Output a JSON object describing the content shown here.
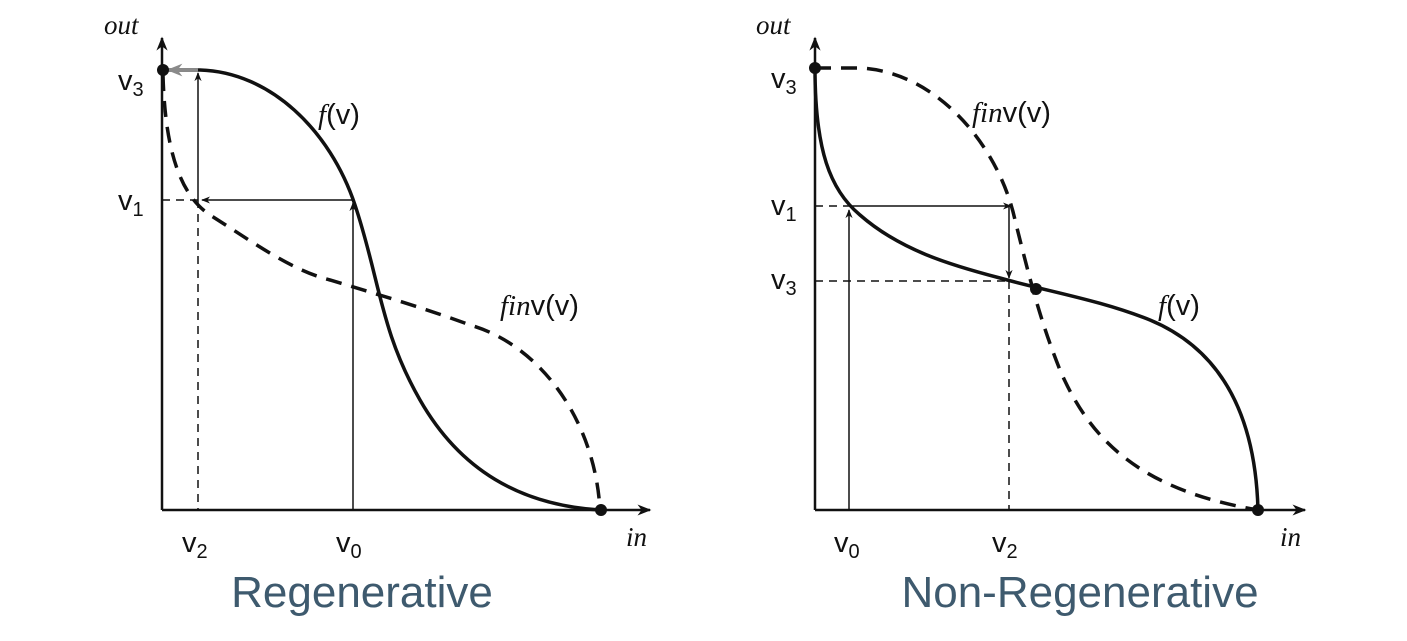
{
  "colors": {
    "ink": "#111111",
    "caption": "#3e5a6e",
    "highlight_arrow": "#8a8a8a"
  },
  "left_panel": {
    "caption": "Regenerative",
    "y_axis_label": "out",
    "x_axis_label": "in",
    "curve_f_label": {
      "func": "f",
      "arg": "(v)"
    },
    "curve_finv_label": {
      "func": "fin",
      "arg": "v(v)"
    },
    "y_ticks": [
      {
        "base": "v",
        "sub": "3"
      },
      {
        "base": "v",
        "sub": "1"
      }
    ],
    "x_ticks": [
      {
        "base": "v",
        "sub": "2"
      },
      {
        "base": "v",
        "sub": "0"
      }
    ]
  },
  "right_panel": {
    "caption": "Non-Regenerative",
    "y_axis_label": "out",
    "x_axis_label": "in",
    "curve_f_label": {
      "func": "f",
      "arg": "(v)"
    },
    "curve_finv_label": {
      "func": "fin",
      "arg": "v(v)"
    },
    "y_ticks": [
      {
        "base": "v",
        "sub": "3"
      },
      {
        "base": "v",
        "sub": "1"
      },
      {
        "base": "v",
        "sub": "3"
      }
    ],
    "x_ticks": [
      {
        "base": "v",
        "sub": "0"
      },
      {
        "base": "v",
        "sub": "2"
      }
    ]
  }
}
